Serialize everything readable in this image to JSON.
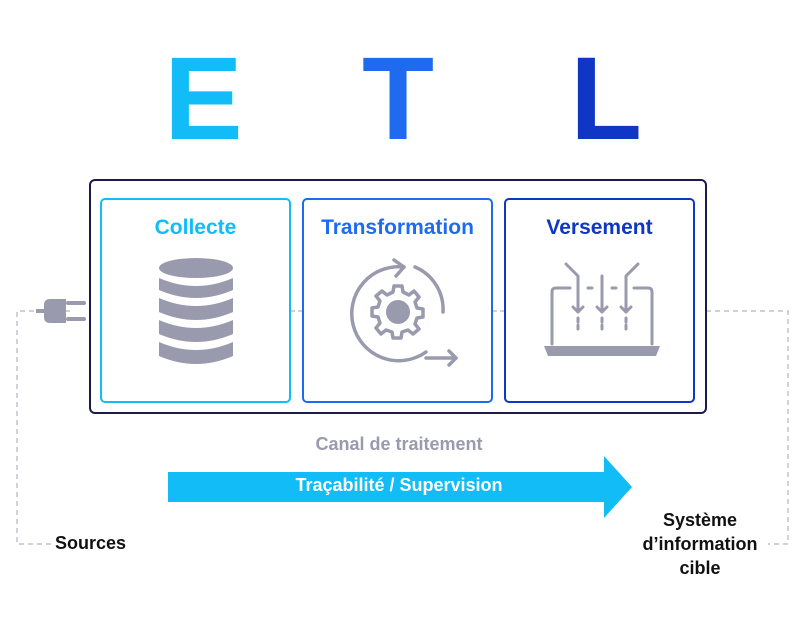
{
  "letters": {
    "e": "E",
    "t": "T",
    "l": "L"
  },
  "colors": {
    "e": "#12bdf7",
    "t": "#1e6bf0",
    "l": "#0f36c4",
    "frame": "#1c1a4d",
    "icon": "#9a9aae",
    "arrow": "#12bdf7"
  },
  "cards": {
    "collecte": {
      "title": "Collecte",
      "icon": "database-icon"
    },
    "transformation": {
      "title": "Transformation",
      "icon": "gear-cycle-icon"
    },
    "versement": {
      "title": "Versement",
      "icon": "laptop-download-icon"
    }
  },
  "caption": "Canal de traitement",
  "arrow_label": "Traçabilité / Supervision",
  "sources_label": "Sources",
  "target_label": {
    "line1": "Système",
    "line2": "d’information",
    "line3": "cible"
  },
  "plug_icon": "plug-icon"
}
